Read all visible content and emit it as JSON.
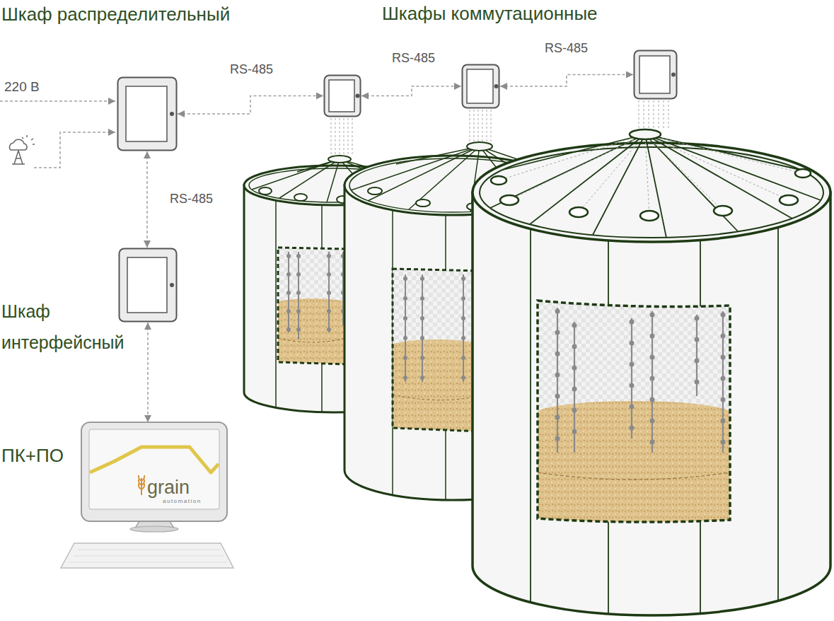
{
  "diagram": {
    "nodes": [
      {
        "text": [
          "Шкаф распределительный"
        ]
      },
      {
        "text": []
      },
      {
        "text": []
      },
      {
        "text": []
      },
      {
        "text": [
          "Шкаф интерфейсный"
        ]
      },
      {
        "text": [
          "ПК+ПО"
        ]
      }
    ],
    "edges": [
      {
        "from": 0,
        "to": 1,
        "arrow": "both",
        "label": "RS-485"
      },
      {
        "from": 1,
        "to": 2,
        "arrow": "both",
        "label": "RS-485"
      },
      {
        "from": 2,
        "to": 3,
        "arrow": "both",
        "label": "RS-485"
      },
      {
        "from": 0,
        "to": 4,
        "arrow": "both",
        "label": "RS-485"
      },
      {
        "from": 4,
        "to": 5,
        "arrow": "both"
      }
    ],
    "labels": [
      "Шкафы коммутационные",
      "220 В",
      "grain",
      "automation"
    ]
  }
}
